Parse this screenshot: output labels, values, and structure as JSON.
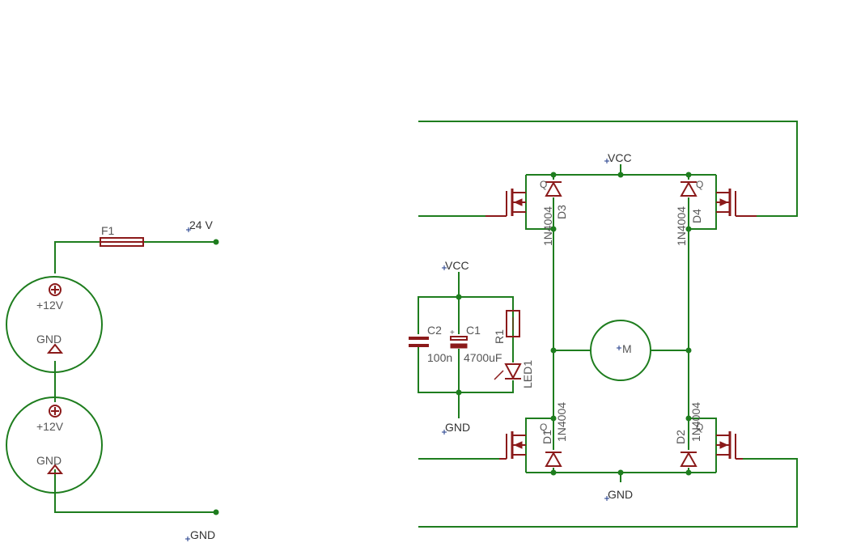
{
  "nets": {
    "vcc": "VCC",
    "gnd": "GND",
    "v24": "24 V"
  },
  "batteries": [
    {
      "pos": "+12V",
      "neg": "GND"
    },
    {
      "pos": "+12V",
      "neg": "GND"
    }
  ],
  "fuse": {
    "name": "F1"
  },
  "capacitors": [
    {
      "name": "C2",
      "value": "100n"
    },
    {
      "name": "C1",
      "value": "4700uF"
    }
  ],
  "resistor": {
    "name": "R1"
  },
  "led": {
    "name": "LED1"
  },
  "motor": {
    "symbol": "M"
  },
  "diodes": [
    {
      "name": "D3",
      "value": "1N4004"
    },
    {
      "name": "D4",
      "value": "1N4004"
    },
    {
      "name": "D1",
      "value": "1N4004"
    },
    {
      "name": "D2",
      "value": "1N4004"
    }
  ],
  "mosfets": [
    {
      "ref": "Q"
    },
    {
      "ref": "Q"
    },
    {
      "ref": "Q"
    },
    {
      "ref": "Q"
    }
  ],
  "colors": {
    "wire": "#1e7d1e",
    "part": "#8b1a1a",
    "label": "#555555"
  }
}
